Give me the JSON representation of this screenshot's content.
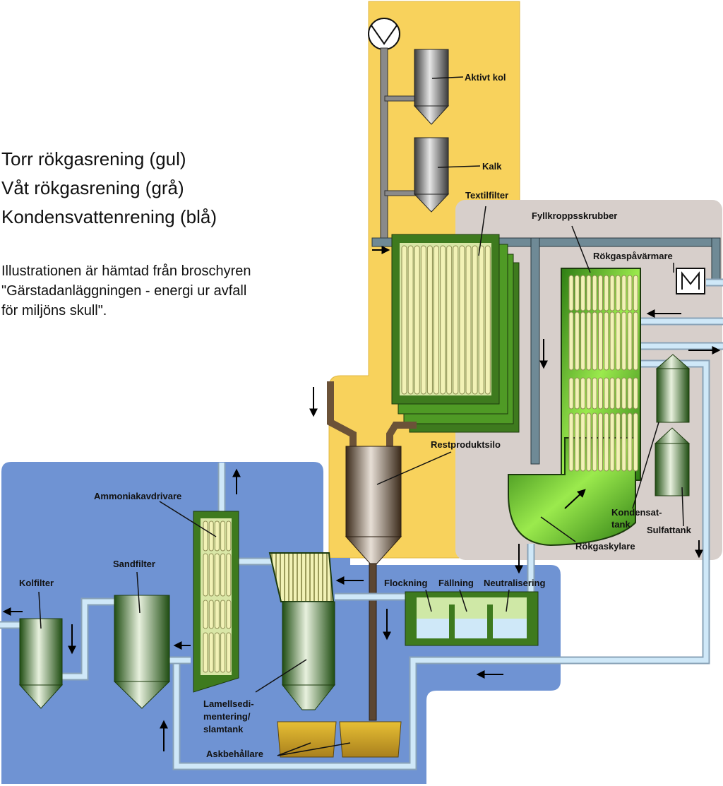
{
  "legend": {
    "dry": "Torr rökgasrening (gul)",
    "wet": "Våt rökgasrening (grå)",
    "condensate": "Kondensvattenrening (blå)"
  },
  "caption": {
    "line1": "Illustrationen är hämtad från broschyren",
    "line2": "\"Gärstadanläggningen - energi ur avfall",
    "line3": "för miljöns skull\"."
  },
  "labels": {
    "activated_carbon": "Aktivt kol",
    "lime": "Kalk",
    "textile_filter": "Textilfilter",
    "packed_scrubber": "Fyllkroppsskrubber",
    "flue_gas_reheater": "Rökgaspåvärmare",
    "residue_silo": "Restproduktsilo",
    "ammonia_stripper": "Ammoniakavdrivare",
    "sand_filter": "Sandfilter",
    "carbon_filter": "Kolfilter",
    "flocculation": "Flockning",
    "precipitation": "Fällning",
    "neutralization": "Neutralisering",
    "condensate_tank_1": "Kondensat-",
    "condensate_tank_2": "tank",
    "sulfate_tank": "Sulfattank",
    "flue_gas_cooler": "Rökgaskylare",
    "lamella_1": "Lamellsedi-",
    "lamella_2": "mentering/",
    "lamella_3": "slamtank",
    "ash_containers": "Askbehållare"
  },
  "colors": {
    "dry_zone": "#f8d25c",
    "wet_zone": "#d7cfcb",
    "condensate_zone": "#6f93d3",
    "filter_element": "#f2f2b6",
    "green_frame": "#3e7a1e",
    "pipe_blue": "#b9dcf3",
    "pipe_brown": "#6b5238"
  }
}
